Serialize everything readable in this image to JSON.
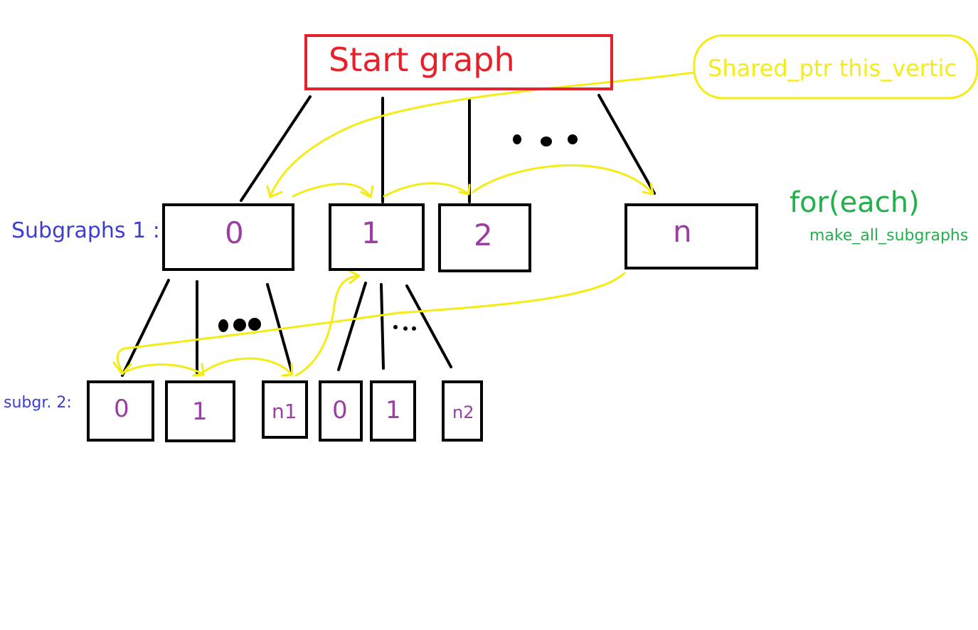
{
  "colors": {
    "root_border": "#e8202a",
    "root_text": "#e8202a",
    "node_border": "#000000",
    "node_text": "#9a3ea3",
    "edge": "#000000",
    "pointer": "#f5ec16",
    "label_blue": "#3a3ed1",
    "note_green": "#22b04a"
  },
  "root": {
    "label": "Start graph"
  },
  "levels": {
    "level1_label": "Subgraphs 1 :",
    "level2_label": "subgr. 2:"
  },
  "level1_nodes": [
    {
      "label": "0"
    },
    {
      "label": "1"
    },
    {
      "label": "2"
    },
    {
      "label": "n"
    }
  ],
  "level2_nodes": [
    {
      "label": "0"
    },
    {
      "label": "1"
    },
    {
      "label": "n1"
    },
    {
      "label": "0"
    },
    {
      "label": "1"
    },
    {
      "label": "n2"
    }
  ],
  "annotations": {
    "shared_ptr": "Shared_ptr this_vertic",
    "for_each": "for(each)",
    "make_all": "make_all_subgraphs"
  },
  "ellipsis_icon": "ellipsis-dots-icon"
}
